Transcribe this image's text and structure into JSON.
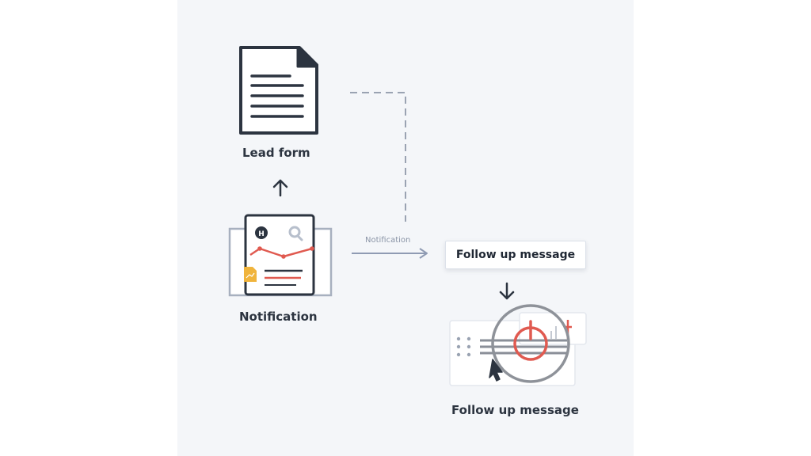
{
  "diagram": {
    "nodes": {
      "lead_form": {
        "label": "Lead form",
        "icon": "document-icon"
      },
      "notification": {
        "label": "Notification",
        "icon": "dashboard-chart-icon"
      },
      "follow_up_box": {
        "label": "Follow up message"
      },
      "follow_up_message": {
        "label": "Follow up message",
        "icon": "target-cursor-panel-icon"
      }
    },
    "connectors": {
      "notification_to_followup": {
        "label": "Notification"
      }
    },
    "colors": {
      "dark": "#2c3440",
      "accent_red": "#e05a50",
      "accent_orange": "#f0b43c",
      "connector": "#8f9bb3",
      "dashed": "#9aa3b2"
    }
  }
}
